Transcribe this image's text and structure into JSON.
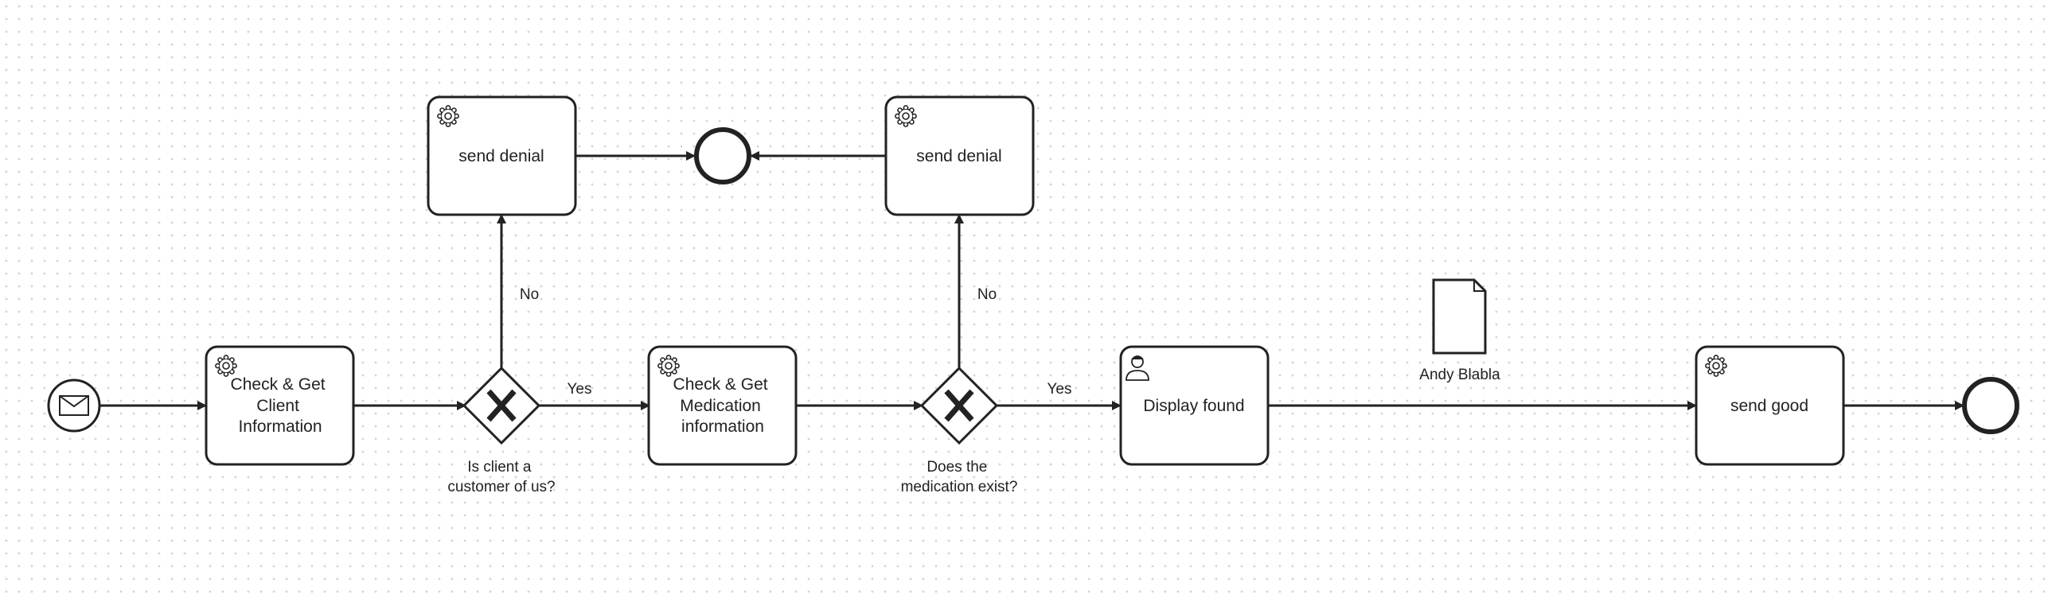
{
  "diagram": {
    "tasks": {
      "check_client": {
        "lines": [
          "Check & Get",
          "Client",
          "Information"
        ],
        "icon": "gear-icon"
      },
      "check_medication": {
        "lines": [
          "Check & Get",
          "Medication",
          "information"
        ],
        "icon": "gear-icon"
      },
      "send_denial_1": {
        "lines": [
          "send denial"
        ],
        "icon": "gear-icon"
      },
      "send_denial_2": {
        "lines": [
          "send denial"
        ],
        "icon": "gear-icon"
      },
      "display_found": {
        "lines": [
          "Display found"
        ],
        "icon": "user-icon"
      },
      "send_good": {
        "lines": [
          "send good"
        ],
        "icon": "gear-icon"
      }
    },
    "gateways": {
      "client_check": {
        "lines": [
          "Is client a",
          "customer of us?"
        ]
      },
      "medication_check": {
        "lines": [
          "Does the",
          "medication exist?"
        ]
      }
    },
    "flow_labels": {
      "client_yes": "Yes",
      "client_no": "No",
      "medication_yes": "Yes",
      "medication_no": "No"
    },
    "data_object": {
      "label": "Andy Blabla"
    },
    "colors": {
      "stroke": "#222222",
      "fill": "#ffffff",
      "text": "#222222",
      "grid": "#d4d4d4"
    }
  }
}
